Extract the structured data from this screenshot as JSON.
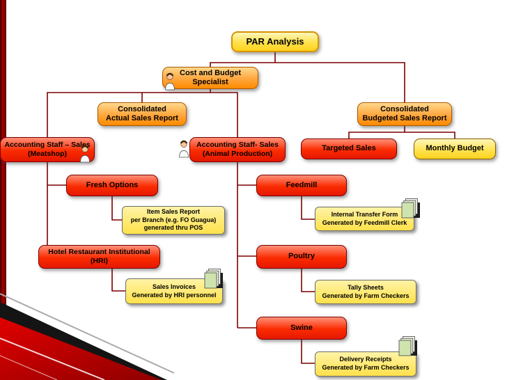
{
  "slide": {
    "title": "PAR Analysis"
  },
  "colors": {
    "connector": "#7b0000",
    "accent_bar": "#8b0000",
    "corner_red": "#cc0000",
    "corner_black": "#141414",
    "yellow_box": "#ffe14a",
    "orange_box": "#ff8a00",
    "red_box": "#f42300"
  },
  "nodes": {
    "par_analysis": {
      "label": "PAR Analysis"
    },
    "cost_budget_specialist": {
      "label": "Cost and Budget\nSpecialist"
    },
    "consolidated_actual": {
      "label": "Consolidated\nActual Sales Report"
    },
    "consolidated_budgeted": {
      "label": "Consolidated\nBudgeted Sales Report"
    },
    "staff_meatshop": {
      "label": "Accounting Staff – Sales\n(Meatshop)"
    },
    "staff_animal_production": {
      "label": "Accounting Staff- Sales\n(Animal Production)"
    },
    "targeted_sales": {
      "label": "Targeted Sales"
    },
    "monthly_budget": {
      "label": "Monthly Budget"
    },
    "fresh_options": {
      "label": "Fresh Options"
    },
    "item_sales_report": {
      "label": "Item Sales Report\nper Branch (e.g. FO Guagua)\ngenerated thru POS"
    },
    "hri": {
      "label": "Hotel Restaurant Institutional\n(HRI)"
    },
    "sales_invoices": {
      "label": "Sales Invoices\nGenerated by HRI personnel"
    },
    "feedmill": {
      "label": "Feedmill"
    },
    "internal_transfer_form": {
      "label": "Internal Transfer Form\nGenerated by Feedmill Clerk"
    },
    "poultry": {
      "label": "Poultry"
    },
    "tally_sheets": {
      "label": "Tally Sheets\nGenerated by Farm Checkers"
    },
    "swine": {
      "label": "Swine"
    },
    "delivery_receipts": {
      "label": "Delivery Receipts\nGenerated by Farm Checkers"
    }
  },
  "icons": {
    "person": "person clip-art",
    "document_stack": "stacked documents"
  }
}
